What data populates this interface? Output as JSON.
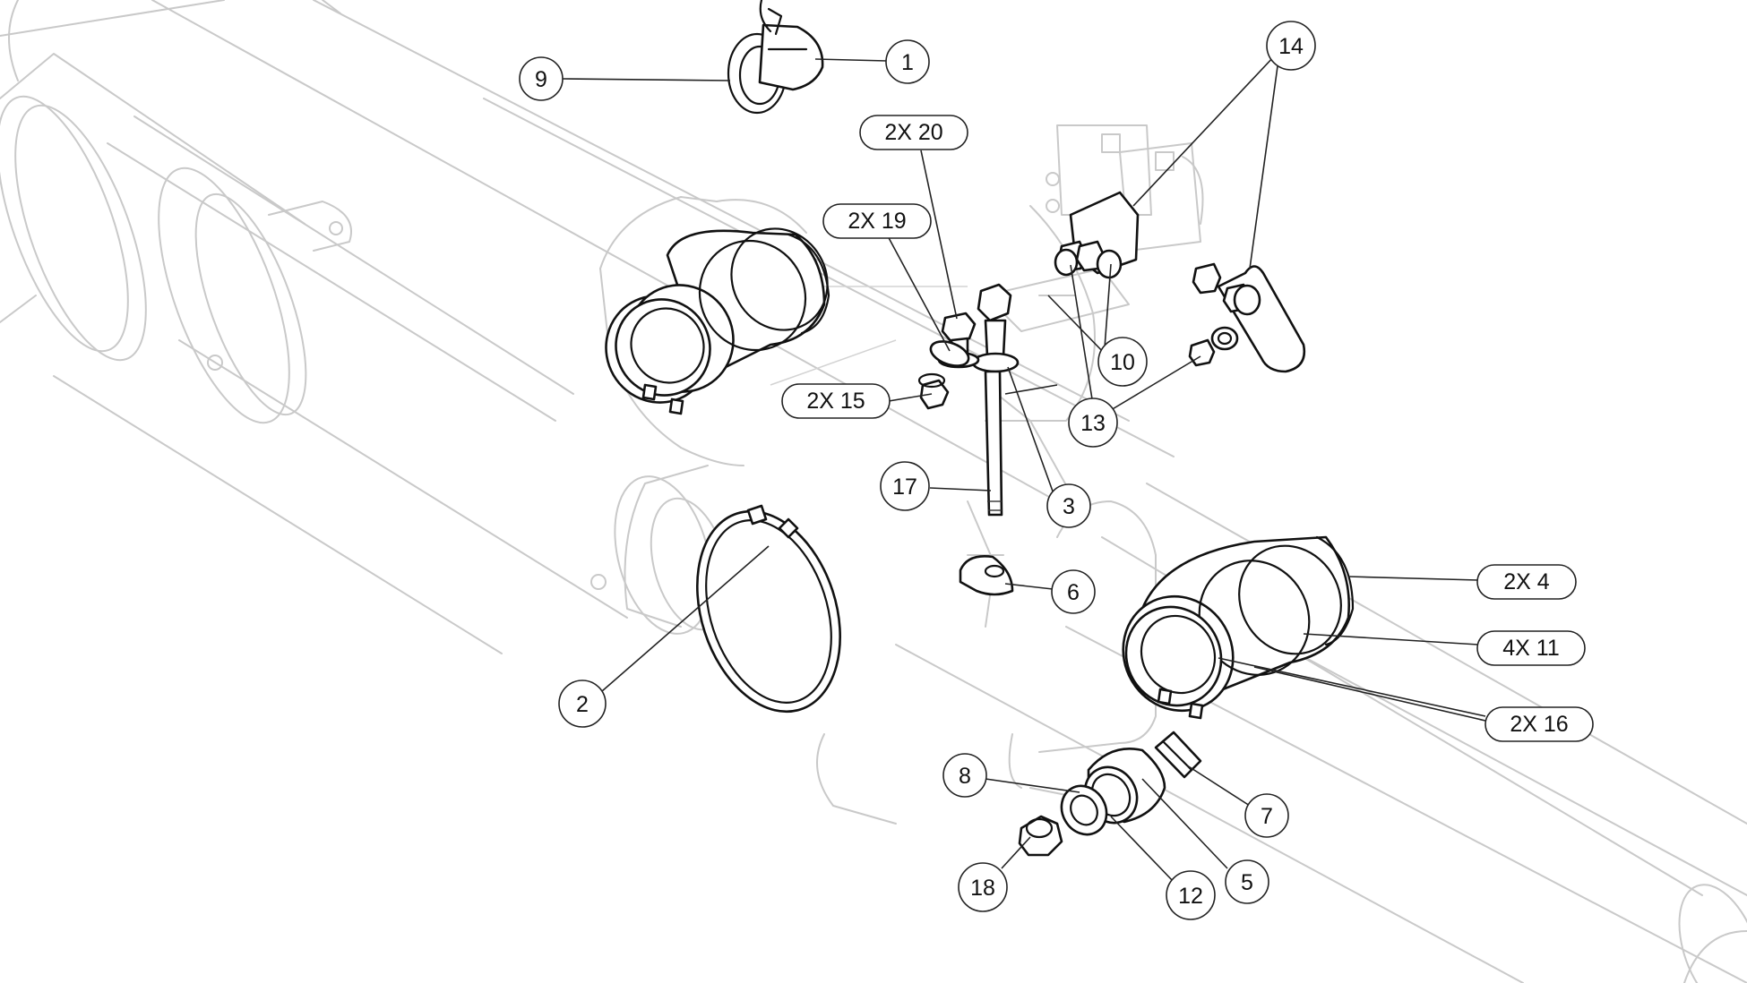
{
  "callouts": [
    {
      "id": "c1",
      "label": "1"
    },
    {
      "id": "c9",
      "label": "9"
    },
    {
      "id": "c14",
      "label": "14"
    },
    {
      "id": "c20",
      "label": "2X 20"
    },
    {
      "id": "c19",
      "label": "2X 19"
    },
    {
      "id": "c10",
      "label": "10"
    },
    {
      "id": "c15",
      "label": "2X 15"
    },
    {
      "id": "c13",
      "label": "13"
    },
    {
      "id": "c17",
      "label": "17"
    },
    {
      "id": "c3",
      "label": "3"
    },
    {
      "id": "c6",
      "label": "6"
    },
    {
      "id": "c4",
      "label": "2X 4"
    },
    {
      "id": "c11",
      "label": "4X 11"
    },
    {
      "id": "c16",
      "label": "2X 16"
    },
    {
      "id": "c2",
      "label": "2"
    },
    {
      "id": "c8",
      "label": "8"
    },
    {
      "id": "c7",
      "label": "7"
    },
    {
      "id": "c18",
      "label": "18"
    },
    {
      "id": "c12",
      "label": "12"
    },
    {
      "id": "c5",
      "label": "5"
    }
  ]
}
